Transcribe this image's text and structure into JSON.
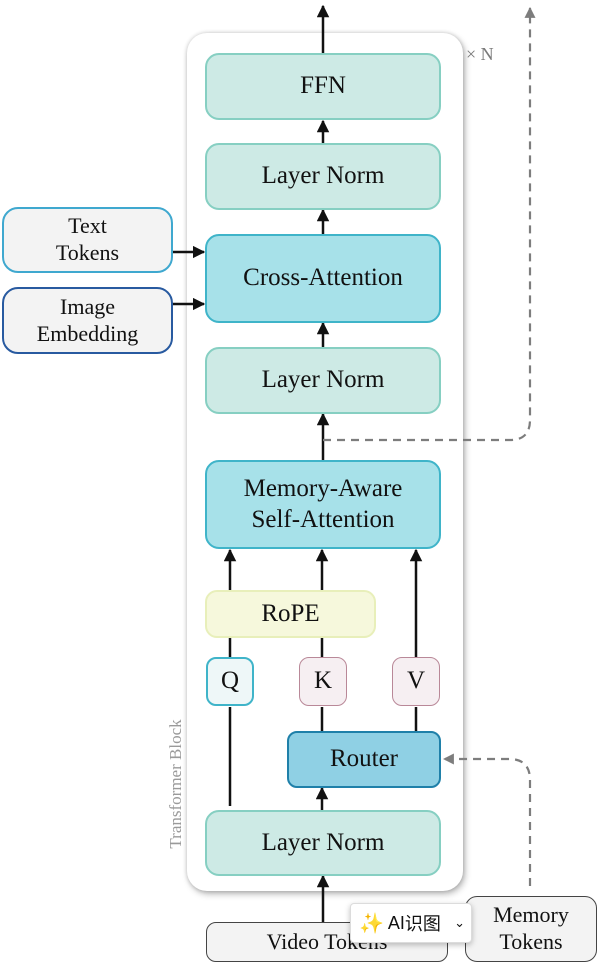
{
  "diagram": {
    "repeat_label": "× N",
    "block_label": "Transformer Block",
    "blocks": {
      "ffn": "FFN",
      "layer_norm_top": "Layer Norm",
      "cross_attention": "Cross-Attention",
      "layer_norm_mid": "Layer Norm",
      "memory_attention_line1": "Memory-Aware",
      "memory_attention_line2": "Self-Attention",
      "rope": "RoPE",
      "q": "Q",
      "k": "K",
      "v": "V",
      "router": "Router",
      "layer_norm_bottom": "Layer Norm"
    },
    "inputs": {
      "text_tokens_line1": "Text",
      "text_tokens_line2": "Tokens",
      "image_embedding_line1": "Image",
      "image_embedding_line2": "Embedding",
      "video_tokens": "Video Tokens",
      "memory_tokens_line1": "Memory",
      "memory_tokens_line2": "Tokens"
    }
  },
  "overlay": {
    "ai_widget_label_latin": "AI",
    "ai_widget_label_cjk": "识图"
  },
  "colors": {
    "norm_fill": "#cdeae5",
    "attention_fill": "#a7e1e9",
    "router_fill": "#8fd0e4",
    "rope_fill": "#f6f8dc"
  }
}
